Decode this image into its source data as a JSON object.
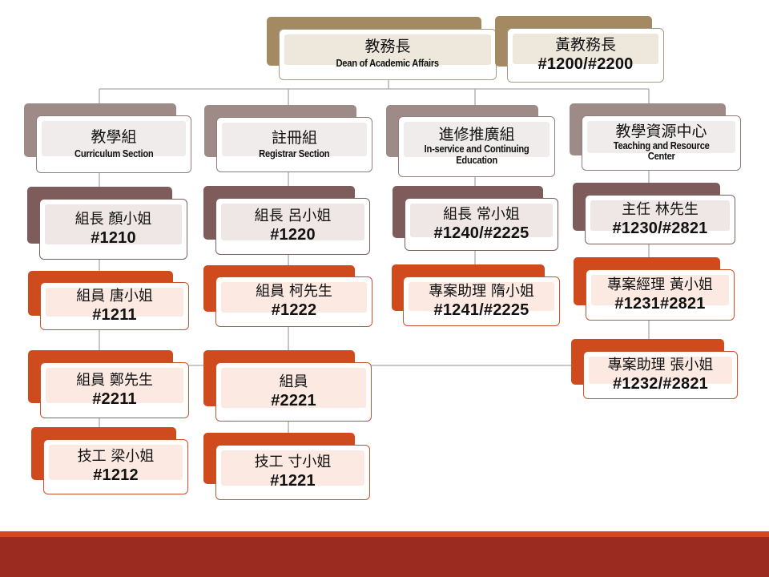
{
  "title_box": {
    "zh": "教務長",
    "en": "Dean of Academic Affairs"
  },
  "dean_box": {
    "line1": "黃教務長",
    "line2": "#1200/#2200"
  },
  "sections": [
    {
      "header": {
        "zh": "教學組",
        "en": "Curriculum Section"
      },
      "members": [
        {
          "line1": "組長  顏小姐",
          "line2": "#1210"
        },
        {
          "line1": "組員  唐小姐",
          "line2": "#1211"
        },
        {
          "line1": "組員  鄭先生",
          "line2": "#2211"
        },
        {
          "line1": "技工   梁小姐",
          "line2": "#1212"
        }
      ]
    },
    {
      "header": {
        "zh": "註冊組",
        "en": "Registrar Section"
      },
      "members": [
        {
          "line1": "組長   呂小姐",
          "line2": "#1220"
        },
        {
          "line1": "組員  柯先生",
          "line2": "#1222"
        },
        {
          "line1": "組員",
          "line2": "#2221"
        },
        {
          "line1": "技工   寸小姐",
          "line2": "#1221"
        }
      ]
    },
    {
      "header": {
        "zh": "進修推廣組",
        "en1": "In-service and Continuing",
        "en2": "Education"
      },
      "members": [
        {
          "line1": "組長   常小姐",
          "line2": "#1240/#2225"
        },
        {
          "line1": "專案助理  隋小姐",
          "line2": "#1241/#2225"
        }
      ]
    },
    {
      "header": {
        "zh": "教學資源中心",
        "en1": "Teaching and Resource",
        "en2": "Center"
      },
      "members": [
        {
          "line1": "主任  林先生",
          "line2": "#1230/#2821"
        },
        {
          "line1": "專案經理  黃小姐",
          "line2": "#1231#2821"
        },
        {
          "line1": "專案助理   張小姐",
          "line2": "#1232/#2821"
        }
      ]
    }
  ]
}
